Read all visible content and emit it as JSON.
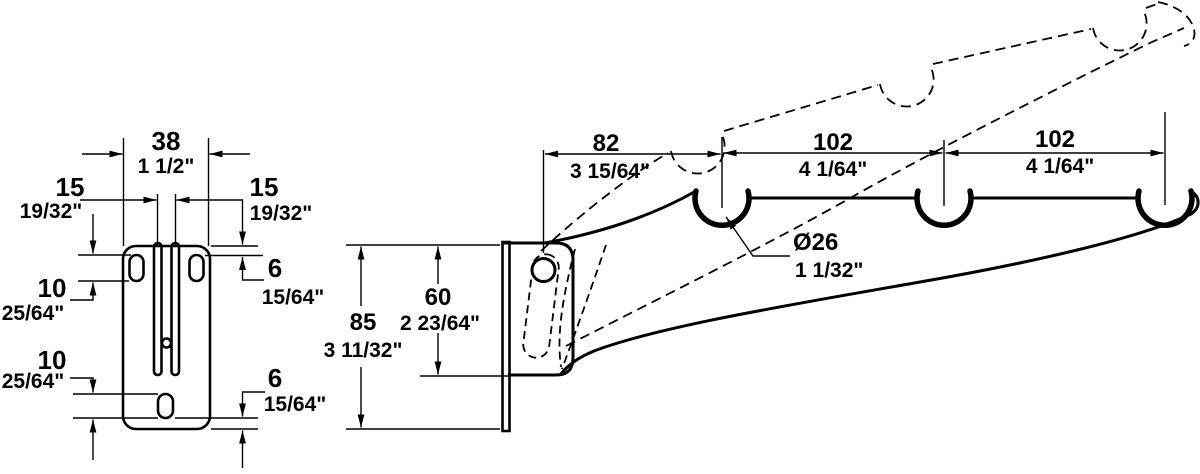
{
  "drawing": {
    "type": "technical-dimension-drawing",
    "part": "folding wall bracket with three hook notches",
    "colors": {
      "line": "#000000",
      "background": "#ffffff"
    },
    "front_view": {
      "width_dim": {
        "mm": "38",
        "inch": "1 1/2\""
      },
      "offset_left_dim": {
        "mm": "15",
        "inch": "19/32\""
      },
      "offset_right_dim": {
        "mm": "15",
        "inch": "19/32\""
      },
      "top_slot_dim": {
        "mm": "10",
        "inch": "25/64\""
      },
      "bottom_slot_dim": {
        "mm": "10",
        "inch": "25/64\""
      },
      "top_edge_dim": {
        "mm": "6",
        "inch": "15/64\""
      },
      "bottom_edge_dim": {
        "mm": "6",
        "inch": "15/64\""
      }
    },
    "side_view": {
      "pivot_to_hook_dim": {
        "mm": "82",
        "inch": "3 15/64\""
      },
      "hook_pitch_dim_1": {
        "mm": "102",
        "inch": "4 1/64\""
      },
      "hook_pitch_dim_2": {
        "mm": "102",
        "inch": "4 1/64\""
      },
      "hook_diameter_dim": {
        "mm": "Ø26",
        "inch": "1 1/32\""
      },
      "total_height_dim": {
        "mm": "85",
        "inch": "3 11/32\""
      },
      "bracket_height_dim": {
        "mm": "60",
        "inch": "2 23/64\""
      }
    }
  }
}
